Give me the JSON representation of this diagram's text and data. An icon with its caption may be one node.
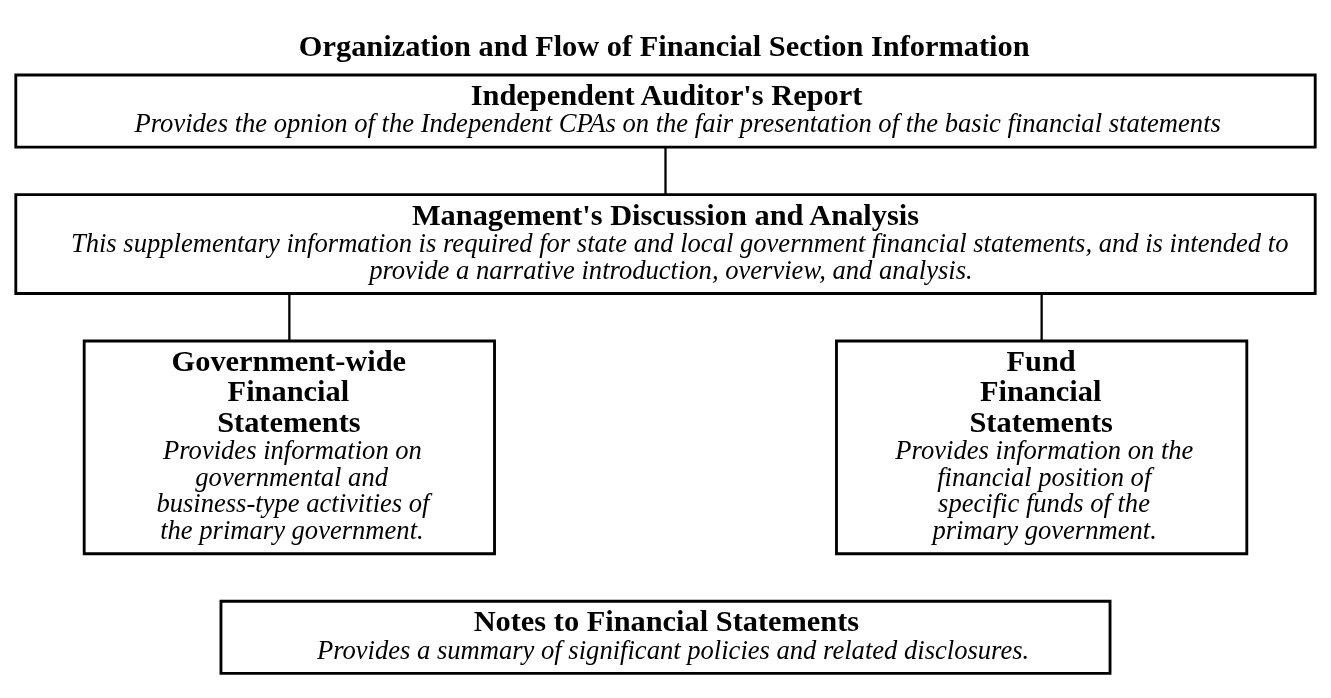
{
  "diagram": {
    "title": "Organization and Flow of Financial Section Information",
    "nodes": [
      {
        "text": [
          "Independent Auditor's Report",
          "Provides the opnion of the Independent CPAs on the fair presentation of the basic financial statements"
        ]
      },
      {
        "text": [
          "Management's Discussion and Analysis",
          "This supplementary information is required for state and local government financial statements, and is intended to provide a narrative introduction, overview, and analysis."
        ]
      },
      {
        "text": [
          "Government-wide Financial Statements",
          "Provides information on governmental and business-type activities of the primary government."
        ]
      },
      {
        "text": [
          "Fund Financial Statements",
          "Provides information on the financial position of specific funds of the primary government."
        ]
      },
      {
        "text": [
          "Notes to Financial Statements",
          "Provides a summary of significant policies and related disclosures."
        ]
      }
    ],
    "edges": [
      {
        "from": 0,
        "to": 1,
        "arrow": "none"
      },
      {
        "from": 1,
        "to": 2,
        "arrow": "none"
      },
      {
        "from": 1,
        "to": 3,
        "arrow": "none"
      }
    ]
  }
}
